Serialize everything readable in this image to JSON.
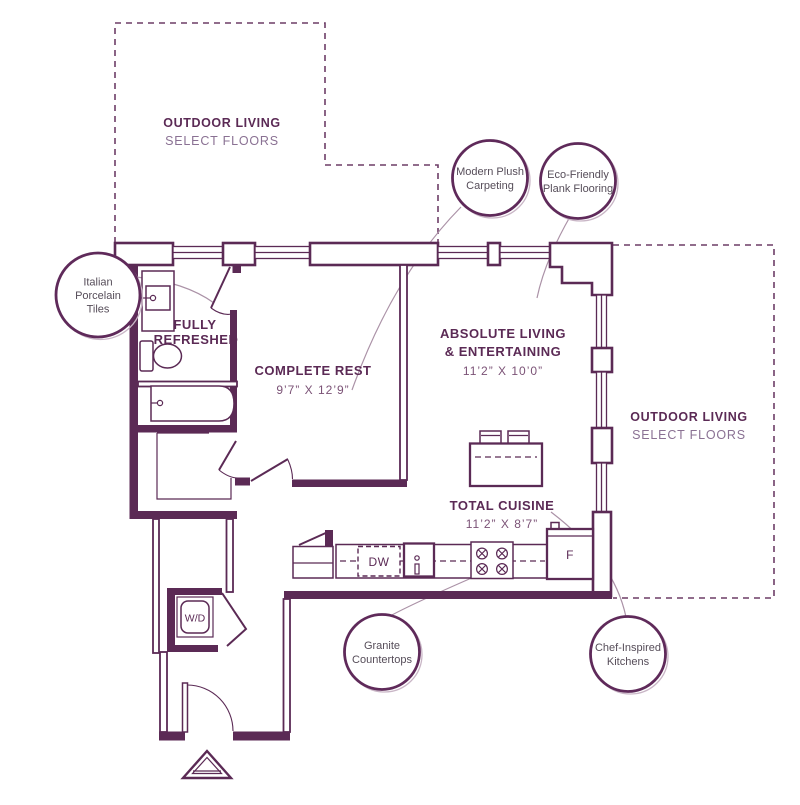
{
  "colors": {
    "wall": "#5b2a55",
    "terrace_dash": "#6d3d67",
    "leader_line": "#ab92a7",
    "badge_ring": "#5f2a5a",
    "badge_text": "#564d59",
    "dims_text": "#7b5276",
    "subtitle_text": "#8a7193"
  },
  "terrace_top": {
    "title": "OUTDOOR LIVING",
    "subtitle": "SELECT FLOORS"
  },
  "terrace_right": {
    "title": "OUTDOOR LIVING",
    "subtitle": "SELECT FLOORS"
  },
  "rooms": {
    "bathroom": {
      "line1": "FULLY",
      "line2": "REFRESHED"
    },
    "bedroom": {
      "title": "COMPLETE REST",
      "dims": "9’7” X 12’9”"
    },
    "living": {
      "line1": "ABSOLUTE LIVING",
      "line2": "& ENTERTAINING",
      "dims": "11’2” X 10’0”"
    },
    "kitchen": {
      "title": "TOTAL CUISINE",
      "dims": "11’2” X 8’7”"
    }
  },
  "appliances": {
    "washer_dryer": "W/D",
    "dishwasher": "DW",
    "fridge": "F"
  },
  "badges": {
    "italian": {
      "line1": "Italian",
      "line2": "Porcelain",
      "line3": "Tiles"
    },
    "plush": {
      "line1": "Modern Plush",
      "line2": "Carpeting"
    },
    "eco": {
      "line1": "Eco-Friendly",
      "line2": "Plank Flooring"
    },
    "granite": {
      "line1": "Granite",
      "line2": "Countertops"
    },
    "chef": {
      "line1": "Chef-Inspired",
      "line2": "Kitchens"
    }
  }
}
